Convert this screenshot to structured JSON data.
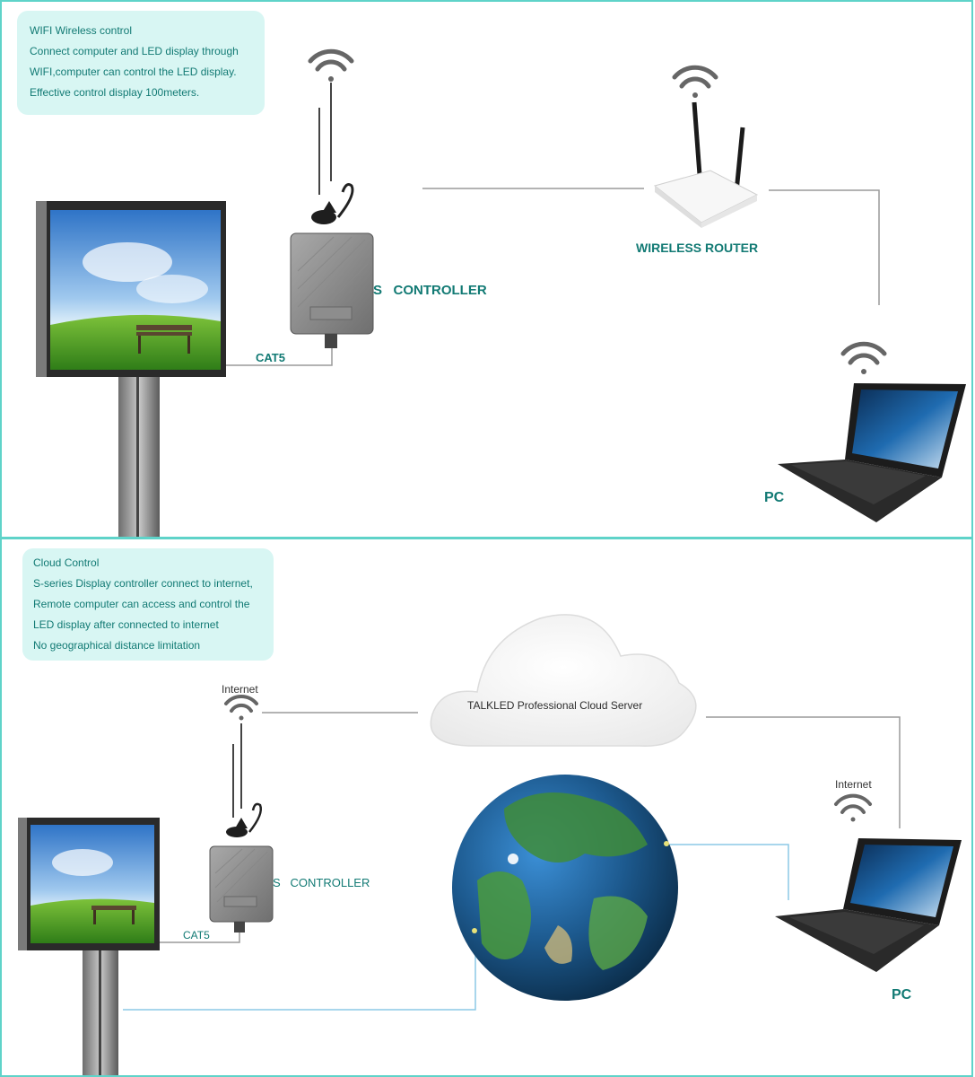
{
  "wifi_panel": {
    "note_lines": [
      "WIFI Wireless control",
      "Connect computer and LED display through",
      "WIFI,computer can control the LED display.",
      "Effective control display 100meters."
    ],
    "controller_label": "S   CONTROLLER",
    "cable_label": "CAT5",
    "router_label": "WIRELESS ROUTER",
    "pc_label": "PC"
  },
  "cloud_panel": {
    "note_lines": [
      "Cloud Control",
      "S-series Display controller connect to internet,",
      "Remote computer can access and control the",
      "LED display after connected to internet",
      "No geographical distance limitation"
    ],
    "controller_label": "S   CONTROLLER",
    "cable_label": "CAT5",
    "internet_label_left": "Internet",
    "internet_label_right": "Internet",
    "cloud_label": "TALKLED Professional Cloud Server",
    "pc_label": "PC"
  },
  "colors": {
    "border": "#5fd3c9",
    "note_bg": "#d8f6f3",
    "label_text": "#127a74",
    "connector_gray": "#9a9a9a",
    "connector_blue": "#8cc8e6"
  }
}
